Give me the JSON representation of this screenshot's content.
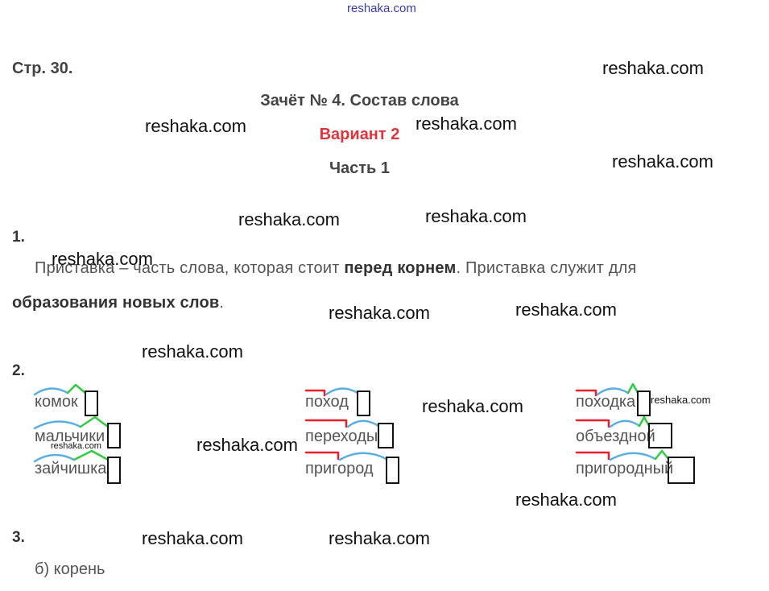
{
  "header": {
    "site_link": "reshaka.com",
    "page_label": "Стр. 30."
  },
  "titles": {
    "test": "Зачёт № 4. Состав слова",
    "variant": "Вариант 2",
    "part": "Часть 1"
  },
  "tasks": {
    "t1": {
      "number": "1.",
      "line1_start": "Приставка – часть слова, которая стоит ",
      "line1_bold": "перед корнем",
      "line1_end": ". Приставка служит для",
      "line2_bold": "образования новых слов",
      "line2_end": "."
    },
    "t2": {
      "number": "2.",
      "columns": [
        {
          "words": [
            "комок",
            "мальчики",
            "зайчишка"
          ]
        },
        {
          "words": [
            "поход",
            "переходы",
            "пригород"
          ]
        },
        {
          "words": [
            "походка",
            "объездной",
            "пригородный"
          ]
        }
      ]
    },
    "t3": {
      "number": "3.",
      "answer": "б) корень"
    }
  },
  "watermarks": [
    "reshaka.com",
    "reshaka.com",
    "reshaka.com",
    "reshaka.com",
    "reshaka.com",
    "reshaka.com",
    "reshaka.com",
    "reshaka.com",
    "reshaka.com",
    "reshaka.com",
    "reshaka.com",
    "reshaka.com",
    "reshaka.com",
    "reshaka.com",
    "reshaka.com",
    "reshaka.com",
    "reshaka.com"
  ],
  "colors": {
    "prefix": "#e8202a",
    "root": "#5aaee0",
    "suffix": "#2ecc40",
    "ending_box": "#111111",
    "variant_title": "#e0333a"
  }
}
